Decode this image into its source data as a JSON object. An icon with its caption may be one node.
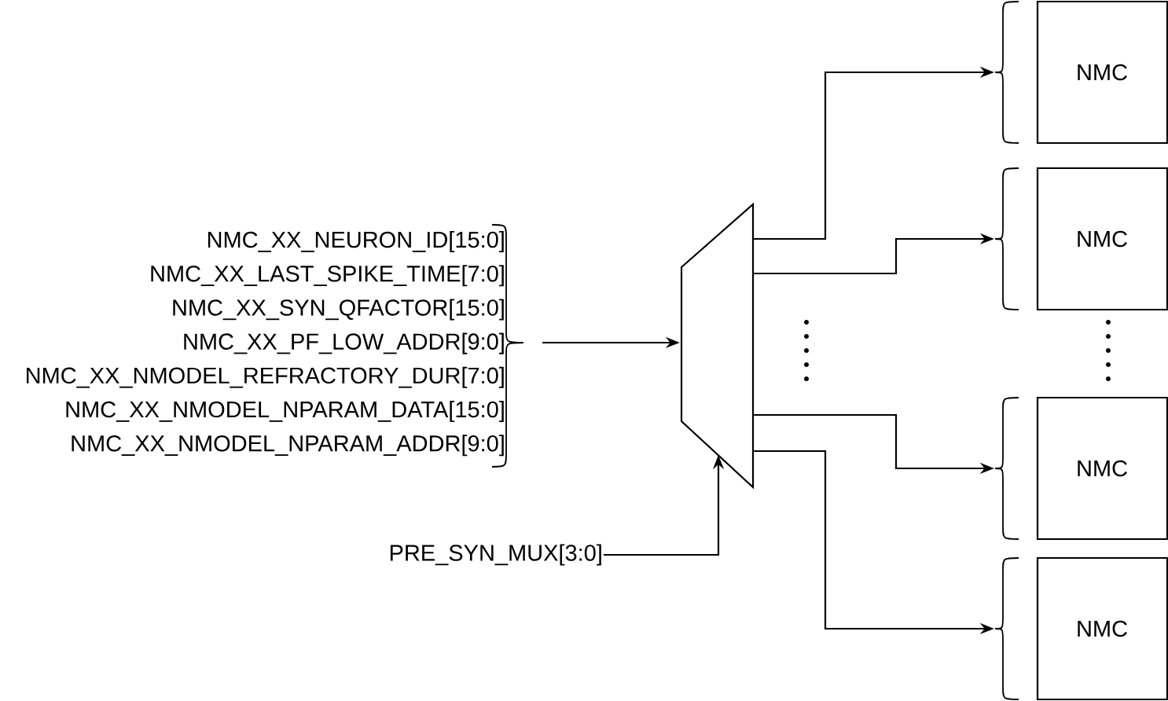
{
  "diagram": {
    "nodes": [
      {
        "text": [
          "NMC_XX_NEURON_ID[15:0]",
          "NMC_XX_LAST_SPIKE_TIME[7:0]",
          "NMC_XX_SYN_QFACTOR[15:0]",
          "NMC_XX_PF_LOW_ADDR[9:0]",
          "NMC_XX_NMODEL_REFRACTORY_DUR[7:0]",
          "NMC_XX_NMODEL_NPARAM_DATA[15:0]",
          "NMC_XX_NMODEL_NPARAM_ADDR[9:0]"
        ]
      },
      {
        "text": [],
        "shape": "trapezoid"
      },
      {
        "text": [
          "PRE_SYN_MUX[3:0]"
        ]
      },
      {
        "text": [
          "NMC"
        ]
      },
      {
        "text": [
          "NMC"
        ]
      },
      {
        "text": [
          "NMC"
        ]
      },
      {
        "text": [
          "NMC"
        ]
      }
    ],
    "edges": [
      {
        "from": 0,
        "to": 1,
        "arrow": "to"
      },
      {
        "from": 2,
        "to": 1,
        "arrow": "to"
      },
      {
        "from": 1,
        "to": 3,
        "arrow": "to"
      },
      {
        "from": 1,
        "to": 4,
        "arrow": "to"
      },
      {
        "from": 1,
        "to": 5,
        "arrow": "to"
      },
      {
        "from": 1,
        "to": 6,
        "arrow": "to"
      }
    ]
  }
}
